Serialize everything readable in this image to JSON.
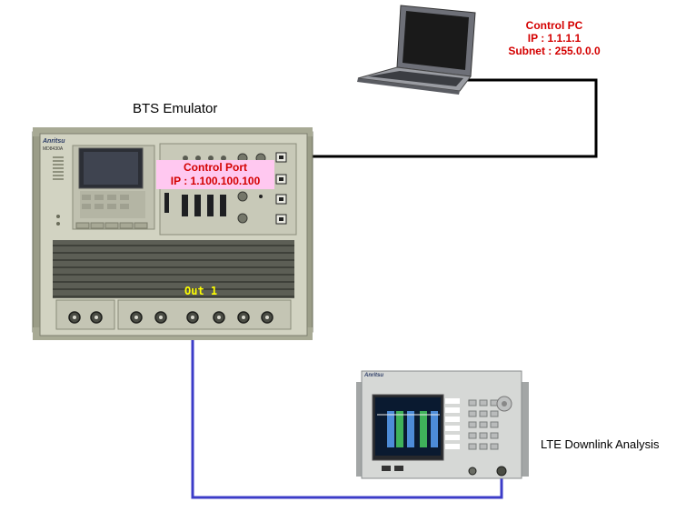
{
  "pc": {
    "title": "Control PC",
    "ip": "IP : 1.1.1.1",
    "subnet": "Subnet : 255.0.0.0"
  },
  "bts": {
    "title": "BTS Emulator",
    "brand": "Anritsu",
    "model": "MD8430A",
    "control_port_title": "Control Port",
    "control_port_ip": "IP : 1.100.100.100",
    "out_label": "Out 1"
  },
  "analyzer": {
    "title": "LTE Downlink Analysis",
    "brand": "Anritsu"
  },
  "colors": {
    "pc_link": "#000000",
    "rf_cable": "#3c3cc8",
    "label_red": "#d40000",
    "port_box_bg": "#ffc8f0",
    "out_label": "#ffff00"
  }
}
